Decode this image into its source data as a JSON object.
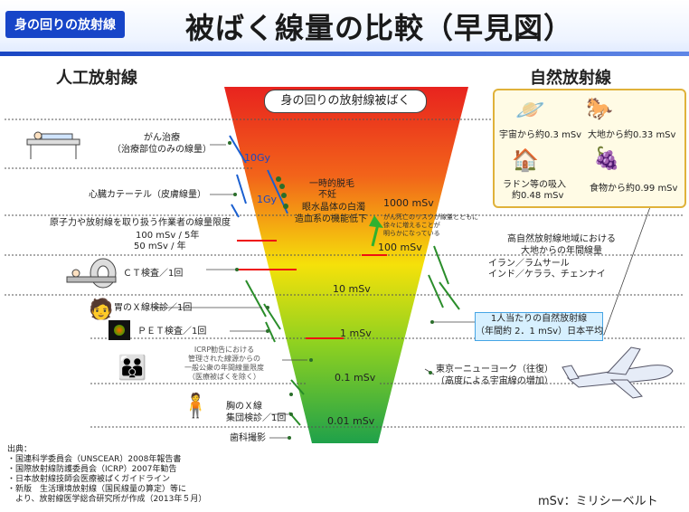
{
  "header": {
    "tag": "身の回りの放射線",
    "title": "被ばく線量の比較（早見図）"
  },
  "left_heading": "人工放射線",
  "right_heading": "自然放射線",
  "funnel": {
    "title": "身の回りの放射線被ばく",
    "scale": [
      "10Gy",
      "1Gy",
      "1000 mSv",
      "100 mSv",
      "10 mSv",
      "1 mSv",
      "0.1 mSv",
      "0.01 mSv"
    ],
    "effects": [
      "一時的脱毛",
      "不妊",
      "眼水晶体の白濁",
      "造血系の機能低下"
    ],
    "cancer_note": [
      "がん死亡のリスクが線量とともに",
      "徐々に増えることが",
      "明らかになっている"
    ]
  },
  "left_items": {
    "cancer_therapy": [
      "がん治療",
      "（治療部位のみの線量）"
    ],
    "cardiac": "心臓カテーテル（皮膚線量）",
    "worker_limit": [
      "原子力や放射線を取り扱う作業者の線量限度",
      "100 mSv / 5年",
      "50 mSv / 年"
    ],
    "ct": "ＣＴ検査／1回",
    "stomach": "胃のＸ線検診／1回",
    "pet": "ＰＥＴ検査／1回",
    "icrp": [
      "ICRP勧告における",
      "管理された線源からの",
      "一般公衆の年間線量限度",
      "（医療被ばくを除く）"
    ],
    "chest": [
      "胸のＸ線",
      "集団検診／1回"
    ],
    "dental": "歯科撮影"
  },
  "natural": {
    "items": [
      {
        "label": "宇宙から約0.3 mSv",
        "icon": "planet-icon"
      },
      {
        "label": "大地から約0.33 mSv",
        "icon": "landscape-icon"
      },
      {
        "label": "ラドン等の吸入",
        "label2": "約0.48 mSv",
        "icon": "house-icon"
      },
      {
        "label": "食物から約0.99 mSv",
        "icon": "fruit-icon"
      }
    ],
    "high_areas": [
      "高自然放射線地域における",
      "大地からの年間線量"
    ],
    "regions": [
      "イラン／ラムサール",
      "インド／ケララ、チェンナイ"
    ],
    "average": [
      "1人当たりの自然放射線",
      "（年間約 2．1 mSv）日本平均"
    ],
    "flight": [
      "東京ーニューヨーク（往復）",
      "（高度による宇宙線の増加）"
    ]
  },
  "sources": [
    "出典：",
    "・国連科学委員会（UNSCEAR）2008年報告書",
    "・国際放射線防護委員会（ICRP）2007年勧告",
    "・日本放射線技師会医療被ばくガイドライン",
    "・新版　生活環境放射線（国民線量の算定）等に",
    "　より、放射線医学総合研究所が作成（2013年５月）"
  ],
  "unit_note": "mSv：ミリシーベルト",
  "colors": {
    "accent": "#1745c8",
    "funnel_top": "#e8231e",
    "funnel_mid": "#f5e10a",
    "funnel_bottom": "#1fa14a"
  }
}
